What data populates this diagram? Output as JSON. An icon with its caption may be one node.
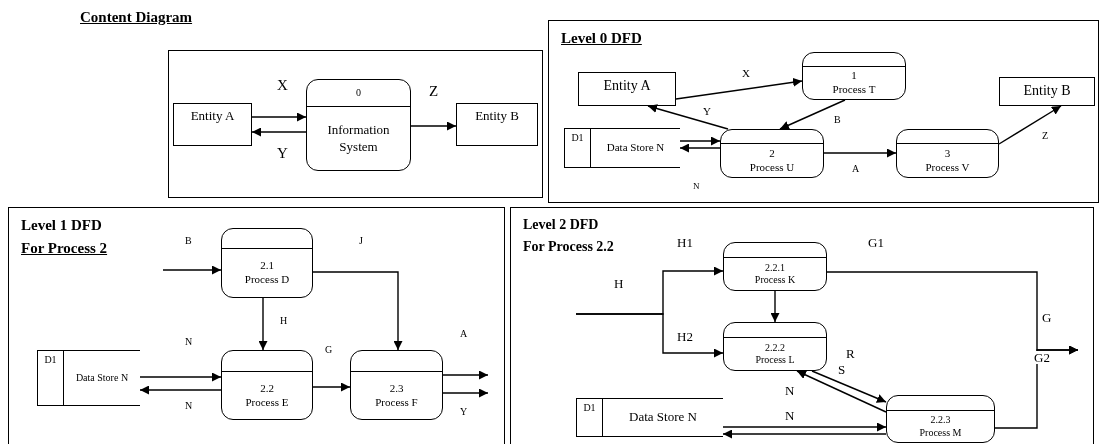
{
  "diagram": {
    "nodes": [
      {
        "text": [
          "Content Diagram"
        ]
      },
      {
        "text": [
          "Entity A"
        ],
        "in": 0
      },
      {
        "text": [
          "0",
          "Information System"
        ],
        "in": 0
      },
      {
        "text": [
          "Entity B"
        ],
        "in": 0
      },
      {
        "text": [
          "Level 0 DFD"
        ]
      },
      {
        "text": [
          "Entity A"
        ],
        "in": 4
      },
      {
        "text": [
          "1",
          "Process T"
        ],
        "in": 4
      },
      {
        "text": [
          "Entity B"
        ],
        "in": 4
      },
      {
        "text": [
          "D1",
          "Data Store N"
        ],
        "in": 4
      },
      {
        "text": [
          "2",
          "Process U"
        ],
        "in": 4
      },
      {
        "text": [
          "3",
          "Process V"
        ],
        "in": 4
      },
      {
        "text": [
          "Level 1 DFD",
          "For Process 2"
        ]
      },
      {
        "text": [
          "2.1",
          "Process D"
        ],
        "in": 11
      },
      {
        "text": [
          "D1",
          "Data Store N"
        ],
        "in": 11
      },
      {
        "text": [
          "2.2",
          "Process E"
        ],
        "in": 11
      },
      {
        "text": [
          "2.3",
          "Process F"
        ],
        "in": 11
      },
      {
        "text": [
          "Level 2 DFD",
          "For Process 2.2"
        ]
      },
      {
        "text": [
          "2.2.1",
          "Process K"
        ],
        "in": 16
      },
      {
        "text": [
          "2.2.2",
          "Process L"
        ],
        "in": 16
      },
      {
        "text": [
          "D1",
          "Data Store N"
        ],
        "in": 16
      },
      {
        "text": [
          "2.2.3",
          "Process M"
        ],
        "in": 16
      }
    ],
    "edges": [
      {
        "from": 1,
        "to": 2,
        "arrow": "to",
        "label": "X"
      },
      {
        "from": 2,
        "to": 1,
        "arrow": "to",
        "label": "Y"
      },
      {
        "from": 2,
        "to": 3,
        "arrow": "to",
        "label": "Z"
      },
      {
        "from": 5,
        "to": 6,
        "arrow": "to",
        "label": "X"
      },
      {
        "from": 9,
        "to": 5,
        "arrow": "to",
        "label": "Y"
      },
      {
        "from": 6,
        "to": 9,
        "arrow": "to",
        "label": "B"
      },
      {
        "from": 8,
        "to": 9,
        "arrow": "to"
      },
      {
        "from": 9,
        "to": 8,
        "arrow": "to",
        "label": "N"
      },
      {
        "from": 9,
        "to": 10,
        "arrow": "to",
        "label": "A"
      },
      {
        "from": 10,
        "to": 7,
        "arrow": "to",
        "label": "Z"
      },
      {
        "from": null,
        "to": 12,
        "arrow": "to",
        "label": "B"
      },
      {
        "from": 12,
        "to": 15,
        "arrow": "to",
        "label": "J"
      },
      {
        "from": 12,
        "to": 14,
        "arrow": "to",
        "label": "H"
      },
      {
        "from": 13,
        "to": 14,
        "arrow": "to",
        "label": "N"
      },
      {
        "from": 14,
        "to": 13,
        "arrow": "to",
        "label": "N"
      },
      {
        "from": 14,
        "to": 15,
        "arrow": "to",
        "label": "G"
      },
      {
        "from": 15,
        "to": null,
        "arrow": "to",
        "label": "A"
      },
      {
        "from": 15,
        "to": null,
        "arrow": "to",
        "label": "Y"
      },
      {
        "from": null,
        "to": 17,
        "arrow": "to",
        "label": "H1"
      },
      {
        "from": null,
        "to": 18,
        "arrow": "to",
        "label": "H2"
      },
      {
        "from": 17,
        "to": 18,
        "arrow": "to"
      },
      {
        "from": 20,
        "to": 18,
        "arrow": "to",
        "label": "R"
      },
      {
        "from": 18,
        "to": 20,
        "arrow": "to",
        "label": "S"
      },
      {
        "from": 19,
        "to": 20,
        "arrow": "to",
        "label": "N"
      },
      {
        "from": 20,
        "to": 19,
        "arrow": "to",
        "label": "N"
      },
      {
        "from": 17,
        "to": null,
        "arrow": "to",
        "label": "G1"
      },
      {
        "from": 20,
        "to": null,
        "arrow": "to",
        "label": "G2"
      }
    ],
    "labels": [
      "H",
      "G"
    ]
  }
}
